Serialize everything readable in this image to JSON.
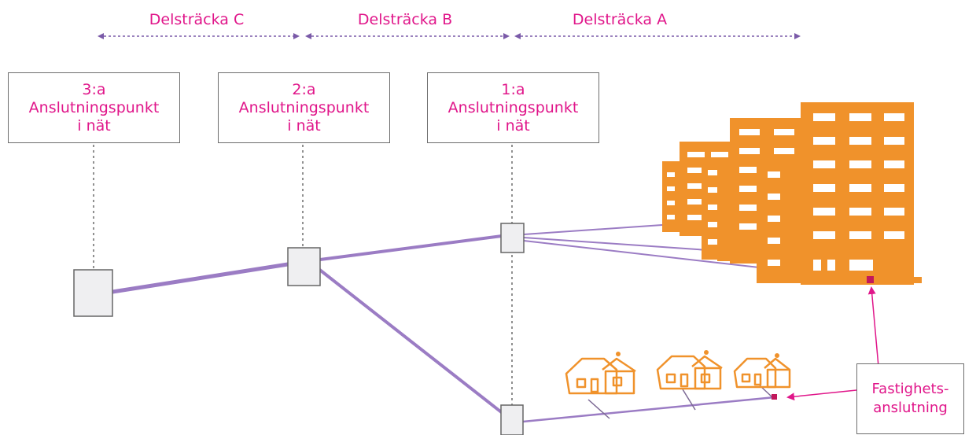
{
  "segments": [
    {
      "label": "Delsträcka C"
    },
    {
      "label": "Delsträcka B"
    },
    {
      "label": "Delsträcka A"
    }
  ],
  "network_points": [
    {
      "line1": "3:a",
      "line2": "Anslutningspunkt",
      "line3": "i nät"
    },
    {
      "line1": "2:a",
      "line2": "Anslutningspunkt",
      "line3": "i nät"
    },
    {
      "line1": "1:a",
      "line2": "Anslutningspunkt",
      "line3": "i nät"
    }
  ],
  "property_connection": {
    "line1": "Fastighets-",
    "line2": "anslutning"
  },
  "colors": {
    "label_text": "#e0168a",
    "connection_line": "#9b7cc4",
    "dashed_arrow": "#7a5aa8",
    "building": "#f0922b",
    "connection_marker": "#c2185b",
    "box_border": "#6d6d6d",
    "node_fill": "#efeff1"
  },
  "icons": [
    "apartment-building-icon",
    "house-icon"
  ]
}
